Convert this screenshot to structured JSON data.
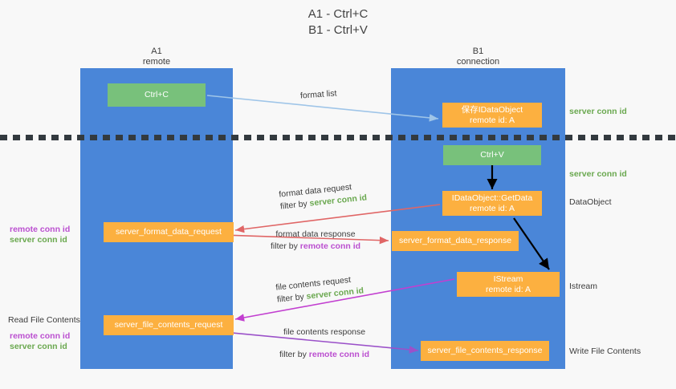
{
  "title": "A1 - Ctrl+C\nB1 - Ctrl+V",
  "lanes": [
    {
      "name": "A1",
      "sub": "remote",
      "label": "A1\nremote"
    },
    {
      "name": "B1",
      "sub": "connection",
      "label": "B1\nconnection"
    }
  ],
  "colors": {
    "lane": "#4a86d8",
    "green_box": "#78c17b",
    "orange_box": "#fcb040",
    "green_text": "#6aa84f",
    "purple_text": "#bb4fd0",
    "dash_line": "#333a3f",
    "arrow_blue": "#9fc5e8",
    "arrow_red": "#e06666",
    "arrow_magenta": "#c23fd0",
    "arrow_purple": "#9b51c9",
    "arrow_black": "#000000",
    "background": "#f8f8f8"
  },
  "boxes": {
    "ctrl_c": "Ctrl+C",
    "ctrl_v": "Ctrl+V",
    "save_dataobject": "保存IDataObject\nremote id: A",
    "getdata": "IDataObject::GetData\nremote id: A",
    "istream": "IStream\nremote id: A",
    "server_format_data_request": "server_format_data_request",
    "server_format_data_response": "server_format_data_response",
    "server_file_contents_request": "server_file_contents_request",
    "server_file_contents_response": "server_file_contents_response"
  },
  "right_captions": [
    {
      "text": "server conn id",
      "style": "green"
    },
    {
      "text": "server conn id",
      "style": "green"
    },
    {
      "text": "DataObject",
      "style": "dark"
    },
    {
      "text": "Istream",
      "style": "dark"
    },
    {
      "text": "Write File Contents",
      "style": "dark"
    }
  ],
  "left_captions": {
    "format_remote": "remote conn id",
    "format_server": "server conn id",
    "read_file_contents": "Read File Contents",
    "file_remote": "remote conn id",
    "file_server": "server conn id"
  },
  "flows": [
    {
      "id": "format-list",
      "line1": "format list",
      "line2": null,
      "filter": null
    },
    {
      "id": "format-data-request",
      "line1": "format data request",
      "filter_prefix": "filter by ",
      "filter_value": "server conn id",
      "filter_style": "green"
    },
    {
      "id": "format-data-response",
      "line1": "format data response",
      "filter_prefix": "filter by ",
      "filter_value": "remote conn id",
      "filter_style": "purple"
    },
    {
      "id": "file-contents-request",
      "line1": "file contents request",
      "filter_prefix": "filter by ",
      "filter_value": "server conn id",
      "filter_style": "green"
    },
    {
      "id": "file-contents-response",
      "line1": "file contents response",
      "filter_prefix": "filter by ",
      "filter_value": "remote conn id",
      "filter_style": "purple"
    }
  ]
}
